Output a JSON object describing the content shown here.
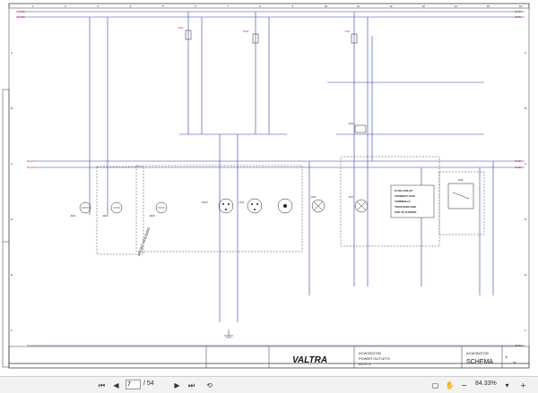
{
  "columns": [
    "1",
    "2",
    "3",
    "4",
    "5",
    "6",
    "7",
    "8",
    "9",
    "10",
    "11",
    "12",
    "13",
    "14",
    "15",
    "16"
  ],
  "rows": [
    "A",
    "B",
    "C",
    "D",
    "E",
    "F"
  ],
  "header": {
    "left_bus": [
      "15.A20",
      "30.A20"
    ],
    "right_bus": [
      "15.B1",
      "30.B1"
    ],
    "mid_left_bus": [
      "30.A20",
      "15.A20"
    ],
    "mid_right_bus": [
      "30.B1",
      "15.B1"
    ],
    "lower_left_bus": "31.A20",
    "lower_right_bus": "31.B1"
  },
  "components": [
    {
      "id": "X15",
      "label": "-X15"
    },
    {
      "id": "X17",
      "label": "-X17"
    },
    {
      "id": "X127",
      "label": "-X127"
    },
    {
      "id": "X21",
      "label": "-X21"
    },
    {
      "id": "R20",
      "label": "-R20"
    },
    {
      "id": "R22",
      "label": "-R22"
    },
    {
      "id": "R21",
      "label": "-R21"
    },
    {
      "id": "K12",
      "label": "-K12"
    },
    {
      "id": "S34",
      "label": "-S34"
    },
    {
      "id": "F15",
      "label": "-F15"
    },
    {
      "id": "F16",
      "label": "-F16"
    },
    {
      "id": "F111",
      "label": "-F111"
    }
  ],
  "notes": {
    "front_housing": "FRONT HOUSING",
    "pilot_note": [
      "IF NO 2-PILOT",
      "CONNECT X129",
      "TERMINALS",
      "TOGETHER AND",
      "USE AS OTHERS"
    ]
  },
  "title_block": {
    "doc_number": "ACW2822790",
    "doc_number_2": "ACW2822790",
    "title": "POWER OUTLETS",
    "subtitle": "AC37.3",
    "schema": "SCHEMA",
    "sheet": "1/",
    "sheet_total": "34",
    "brand": "VALTRA"
  },
  "viewer": {
    "current_page": "7",
    "page_total": "/ 54",
    "zoom": "84.33%"
  }
}
